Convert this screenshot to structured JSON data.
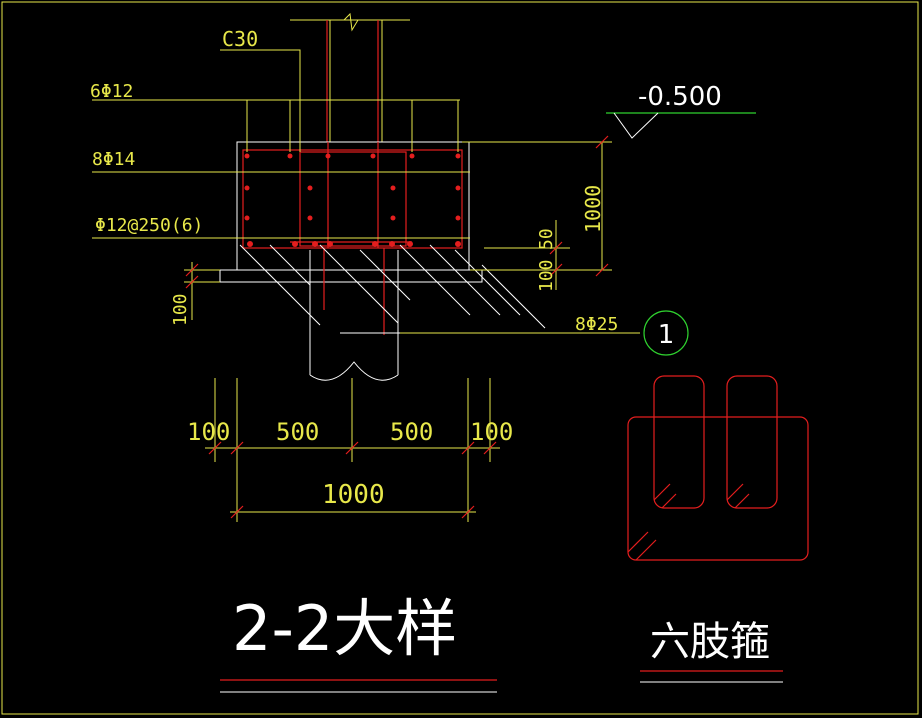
{
  "drawing": {
    "concrete_grade": "C30",
    "rebar_top": "6Φ12",
    "rebar_side": "8Φ14",
    "stirrup": "Φ12@250(6)",
    "rebar_bottom": "8Φ25",
    "elevation": "-0.500",
    "callout_number": "1",
    "dims": {
      "v_100_left": "100",
      "v_50": "50",
      "v_100_right": "100",
      "v_1000": "1000",
      "h_100_left": "100",
      "h_500_left": "500",
      "h_500_right": "500",
      "h_100_right": "100",
      "h_1000": "1000"
    },
    "title_main": "2-2大样",
    "title_stirrup": "六肢箍"
  },
  "colors": {
    "background": "#000000",
    "lines": "#e8e84a",
    "rebar": "#e41e1e",
    "concrete": "#ffffff",
    "elevation_mark": "#2fd12f"
  }
}
